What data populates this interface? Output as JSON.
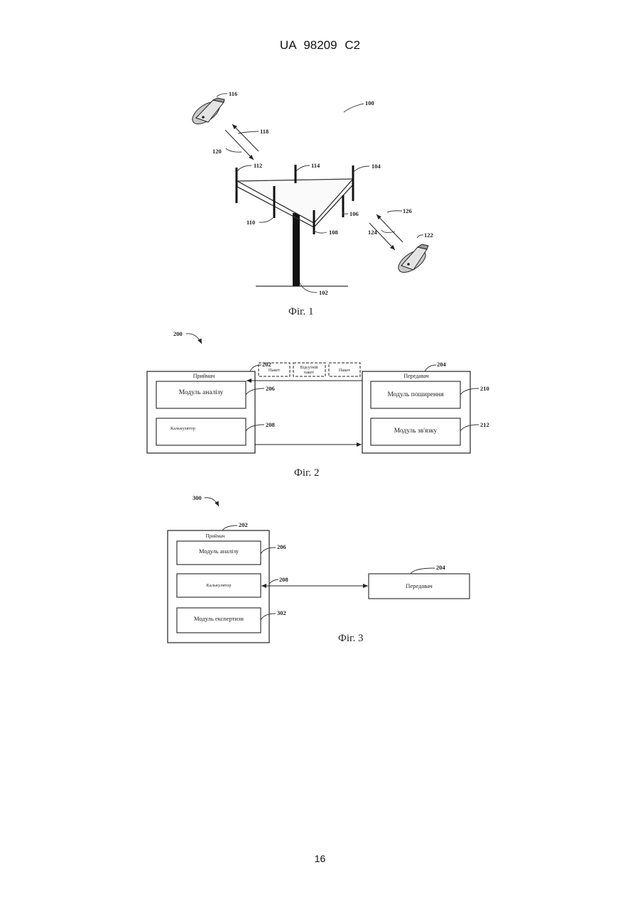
{
  "header": {
    "text": "UA  98209  C2"
  },
  "page_number": "16",
  "fig1": {
    "caption": "Фіг. 1",
    "refs": {
      "r100": "100",
      "r102": "102",
      "r104": "104",
      "r106": "106",
      "r108": "108",
      "r110": "110",
      "r112": "112",
      "r114": "114",
      "r116": "116",
      "r118": "118",
      "r120": "120",
      "r122": "122",
      "r124": "124",
      "r126": "126"
    }
  },
  "fig2": {
    "caption": "Фіг. 2",
    "ref_main": "200",
    "receiver": {
      "ref": "202",
      "title": "Приймач"
    },
    "transmitter": {
      "ref": "204",
      "title": "Передавач"
    },
    "analysis_module": {
      "ref": "206",
      "label": "Модуль аналізу"
    },
    "calculator": {
      "ref": "208",
      "label": "Калькулятор"
    },
    "spreading_module": {
      "ref": "210",
      "label": "Модуль поширення"
    },
    "comm_module": {
      "ref": "212",
      "label": "Модуль зв'язку"
    },
    "packets": [
      {
        "line1": "Пакет",
        "line2": ""
      },
      {
        "line1": "Відсутній",
        "line2": "пакет"
      },
      {
        "line1": "Пакет",
        "line2": ""
      }
    ]
  },
  "fig3": {
    "caption": "Фіг. 3",
    "ref_main": "300",
    "receiver": {
      "ref": "202",
      "title": "Приймач"
    },
    "analysis_module": {
      "ref": "206",
      "label": "Модуль аналізу"
    },
    "calculator": {
      "ref": "208",
      "label": "Калькулятор"
    },
    "expertise_module": {
      "ref": "302",
      "label": "Модуль експертизи"
    },
    "transmitter": {
      "ref": "204",
      "label": "Передавач"
    }
  }
}
